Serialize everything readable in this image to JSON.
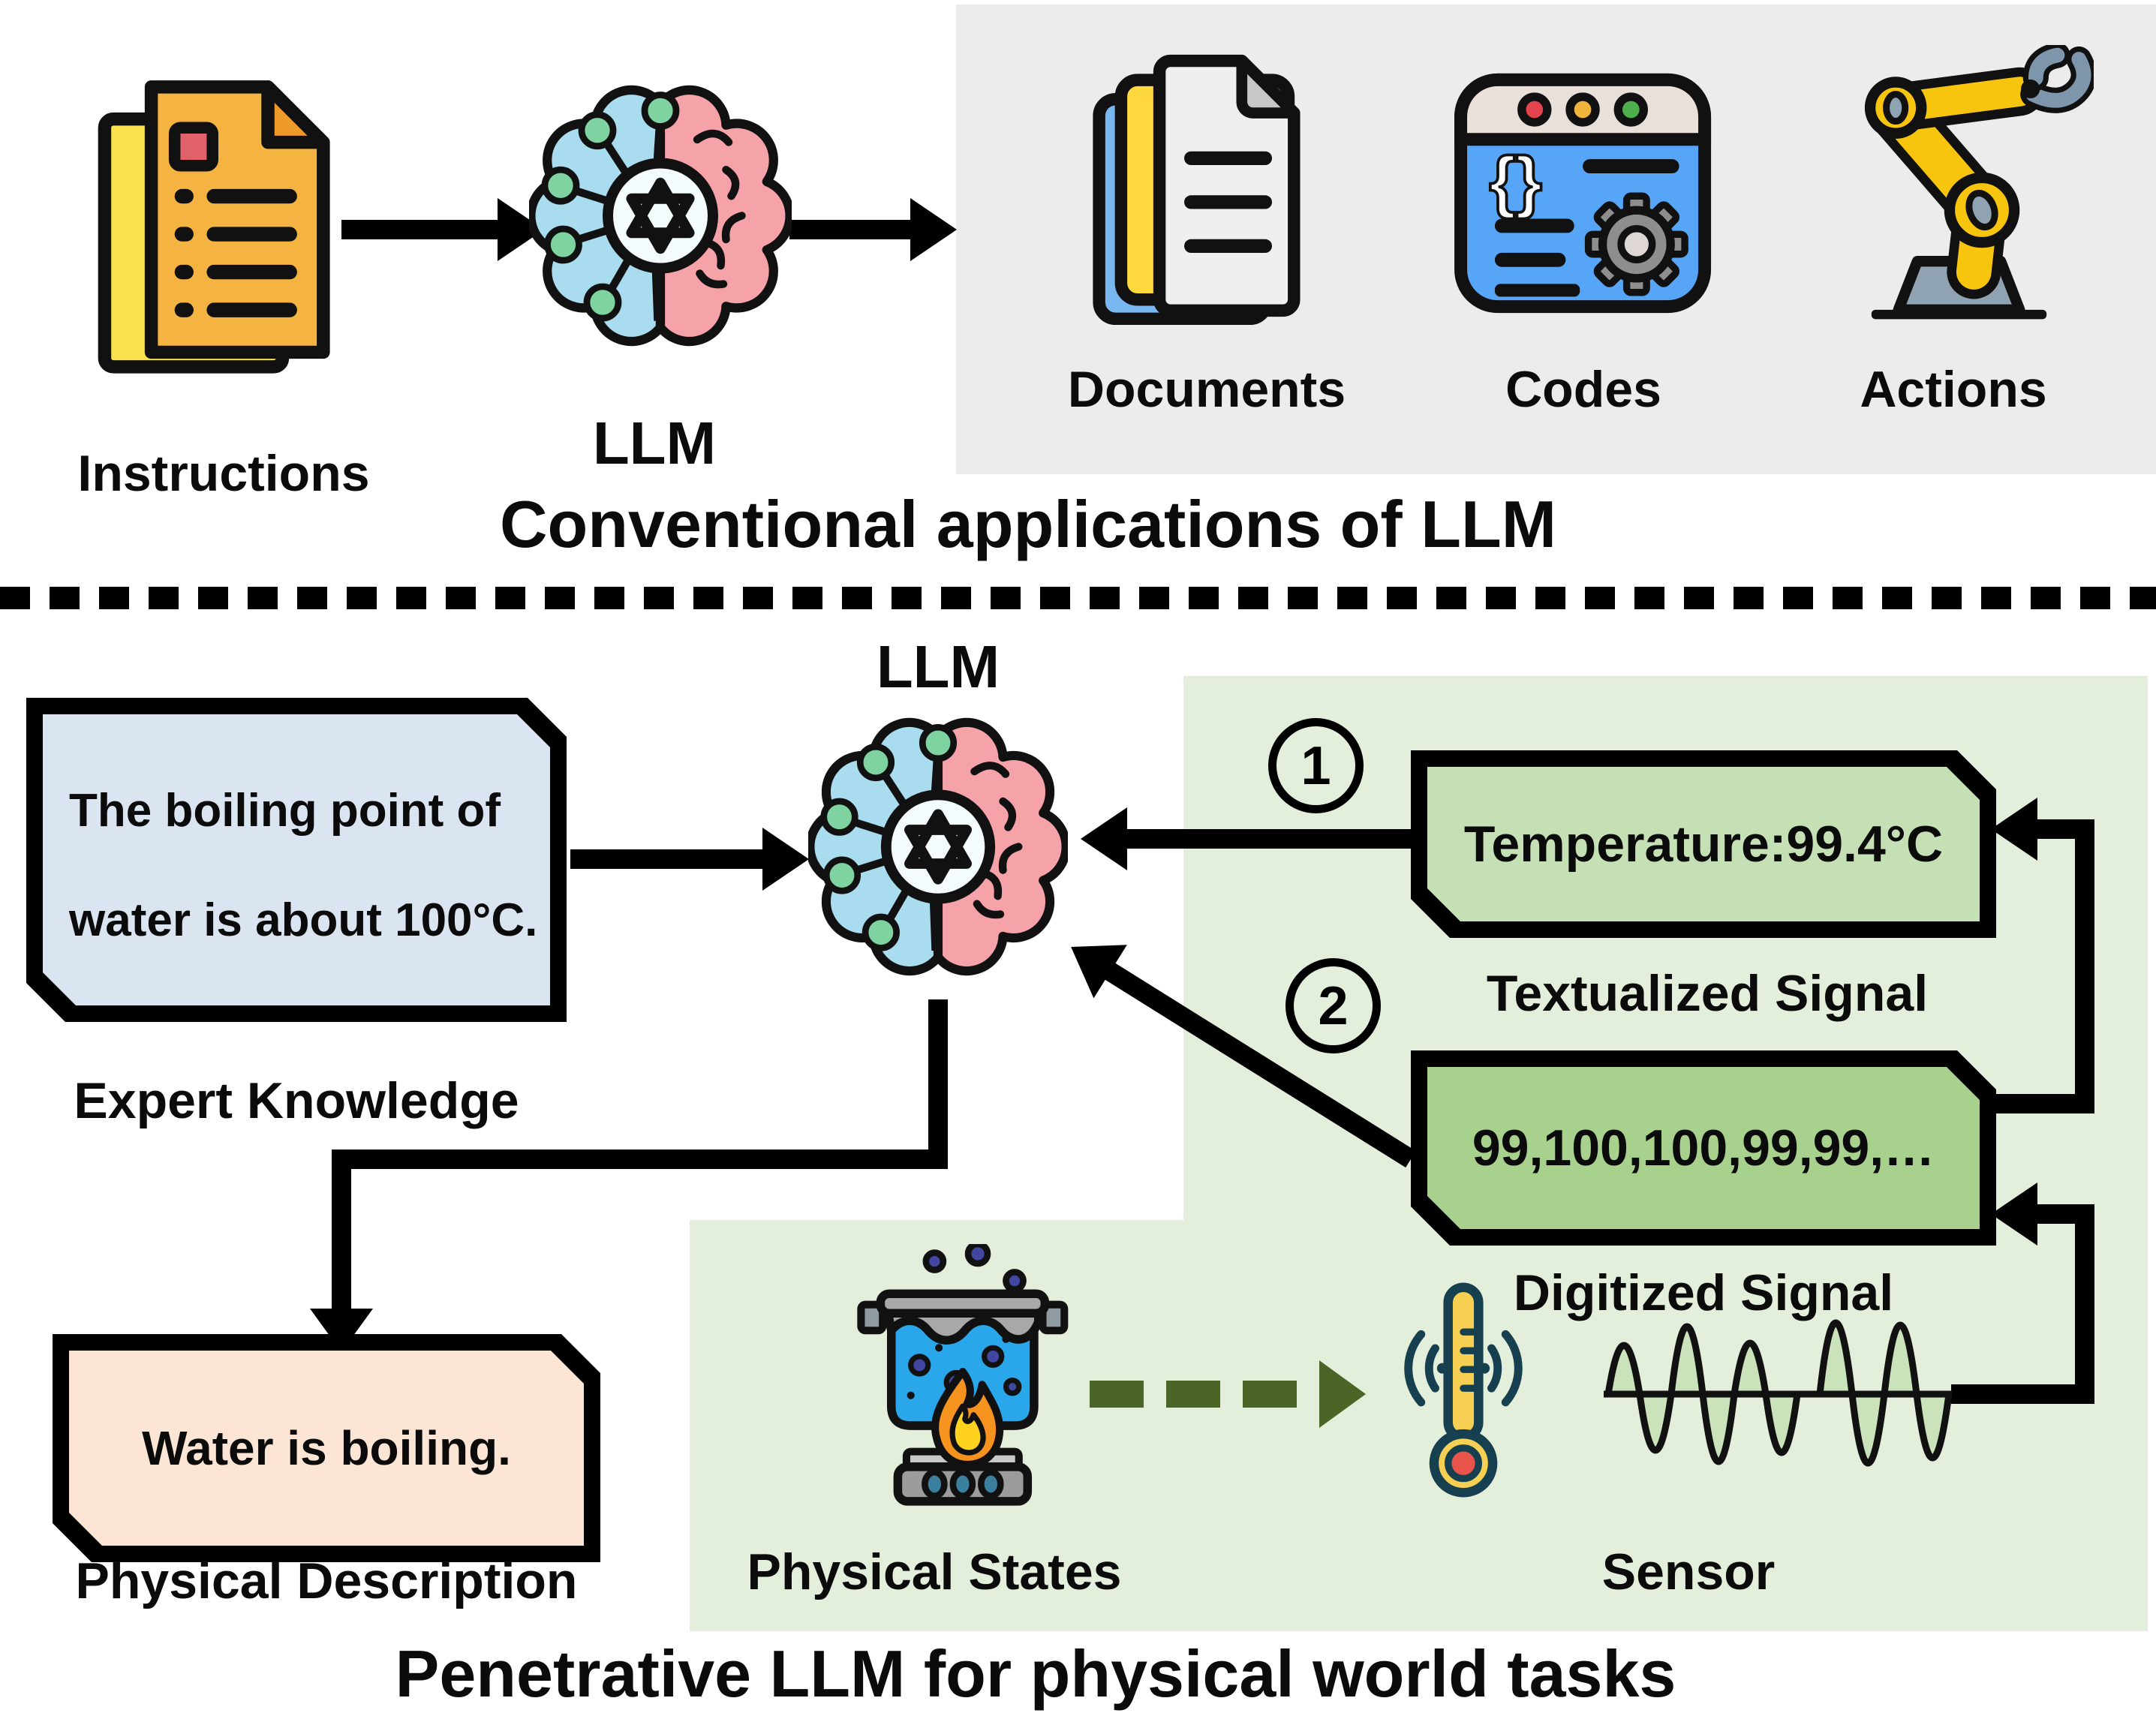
{
  "figure": {
    "top": {
      "input_label": "Instructions",
      "model_label": "LLM",
      "output_documents": "Documents",
      "output_codes": "Codes",
      "output_actions": "Actions",
      "caption": "Conventional applications of LLM"
    },
    "bottom": {
      "model_label": "LLM",
      "expert_knowledge": {
        "line1": "The boiling point of",
        "line2": "water is about 100°C.",
        "label": "Expert Knowledge"
      },
      "textualized": {
        "step": "1",
        "value": "Temperature:99.4°C",
        "label": "Textualized Signal"
      },
      "digitized": {
        "step": "2",
        "value": "99,100,100,99,99,…",
        "label": "Digitized Signal"
      },
      "physical_description": {
        "text": "Water is boiling.",
        "label": "Physical Description"
      },
      "physical_states_label": "Physical States",
      "sensor_label": "Sensor",
      "caption": "Penetrative LLM for physical world tasks"
    },
    "colors": {
      "panel_gray": "#ececec",
      "panel_green": "#e3efda",
      "box_blue": "#dbe5f1",
      "box_green_light": "#c5e0b4",
      "box_green_dark": "#a9d18e",
      "box_peach": "#fce5d5",
      "arrow_black": "#000000",
      "dashed_arrow_green": "#4a6526"
    }
  }
}
